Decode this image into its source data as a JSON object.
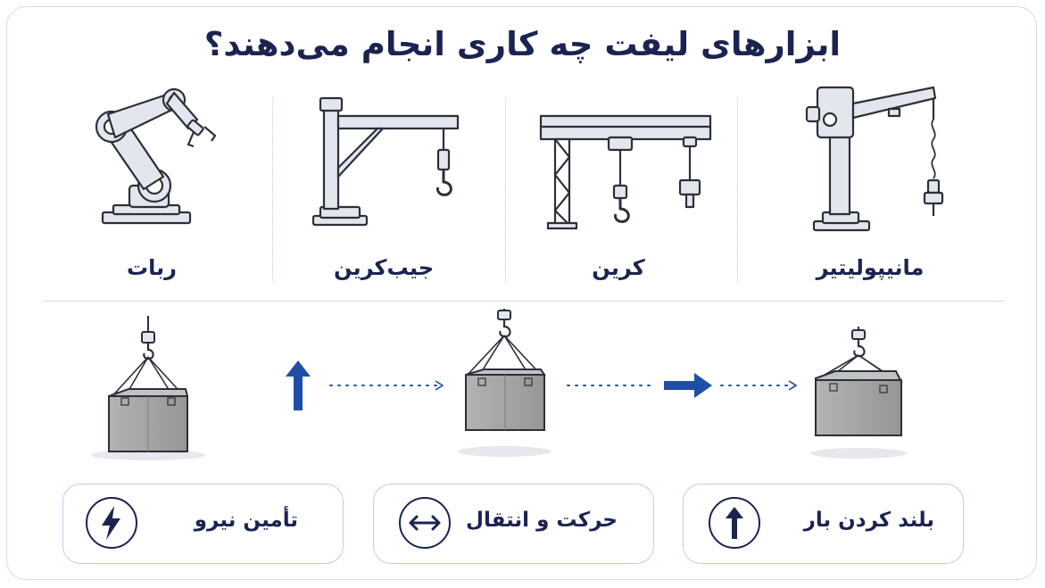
{
  "title": "ابزارهای لیفت چه کاری انجام می‌دهند؟",
  "tools": [
    {
      "label": "ربات",
      "icon": "robot-arm-icon"
    },
    {
      "label": "جیب‌کرین",
      "icon": "jib-crane-icon"
    },
    {
      "label": "کرین",
      "icon": "gantry-crane-icon"
    },
    {
      "label": "مانیپولیتیر",
      "icon": "manipulator-icon"
    }
  ],
  "process": {
    "stages": [
      "crate-hanging-icon",
      "crate-raised-icon",
      "crate-moved-icon"
    ],
    "arrows": [
      "up-arrow-icon",
      "right-arrow-icon"
    ]
  },
  "functions": [
    {
      "label": "تأمین نیرو",
      "icon": "lightning-icon"
    },
    {
      "label": "حرکت و انتقال",
      "icon": "double-arrow-icon"
    },
    {
      "label": "بلند کردن بار",
      "icon": "up-arrow-icon"
    }
  ],
  "colors": {
    "accent": "#1f4ea8",
    "text": "#1b2450",
    "border": "#cfdaf2",
    "metal": "#e3e6ec",
    "crate": "#a8a8a8"
  }
}
